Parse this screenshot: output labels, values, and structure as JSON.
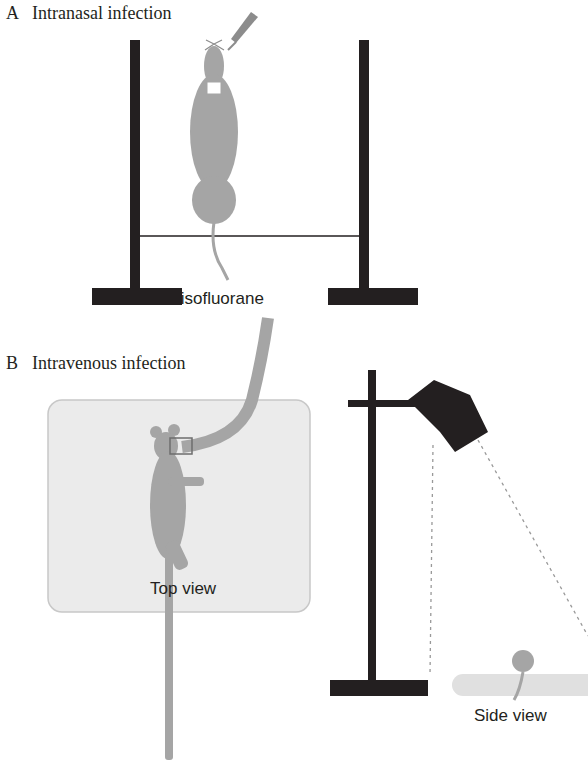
{
  "diagram": {
    "labels": [
      "A",
      "Intranasal infection",
      "B",
      "Intravenous infection",
      "To isofluorane",
      "Top view",
      "Side view"
    ]
  }
}
